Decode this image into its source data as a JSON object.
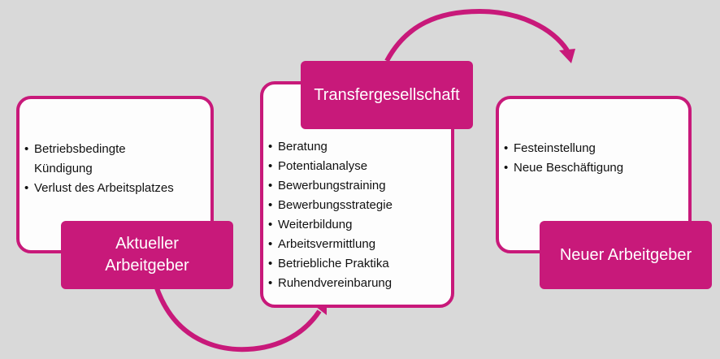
{
  "colors": {
    "accent": "#c8197a",
    "background": "#d9d9d9"
  },
  "stages": [
    {
      "title": "Aktueller Arbeitgeber",
      "items": [
        "Betriebsbedingte Kündigung",
        "Verlust des Arbeitsplatzes"
      ]
    },
    {
      "title": "Transfergesellschaft",
      "items": [
        "Beratung",
        "Potentialanalyse",
        "Bewerbungstraining",
        "Bewerbungsstrategie",
        "Weiterbildung",
        "Arbeitsvermittlung",
        "Betriebliche Praktika",
        "Ruhendvereinbarung"
      ]
    },
    {
      "title": "Neuer Arbeitgeber",
      "items": [
        "Festeinstellung",
        "Neue Beschäftigung"
      ]
    }
  ]
}
